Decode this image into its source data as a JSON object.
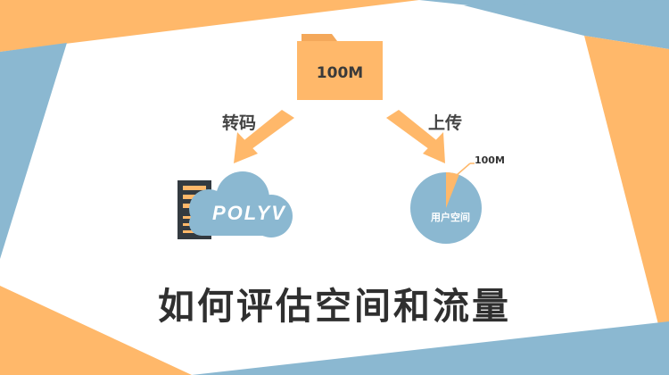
{
  "folder": {
    "size_label": "100M"
  },
  "arrows": {
    "left_label": "转码",
    "right_label": "上传"
  },
  "cloud": {
    "brand": "POLYV"
  },
  "pie": {
    "slice_label": "100M",
    "center_label": "用户空间",
    "slice_fraction": 0.06
  },
  "title": "如何评估空间和流量",
  "colors": {
    "orange": "#ffb86a",
    "blue": "#8bb8d1",
    "dark": "#333333"
  },
  "icons": [
    "folder-icon",
    "server-icon",
    "cloud-icon",
    "arrow-icon",
    "pie-icon"
  ]
}
